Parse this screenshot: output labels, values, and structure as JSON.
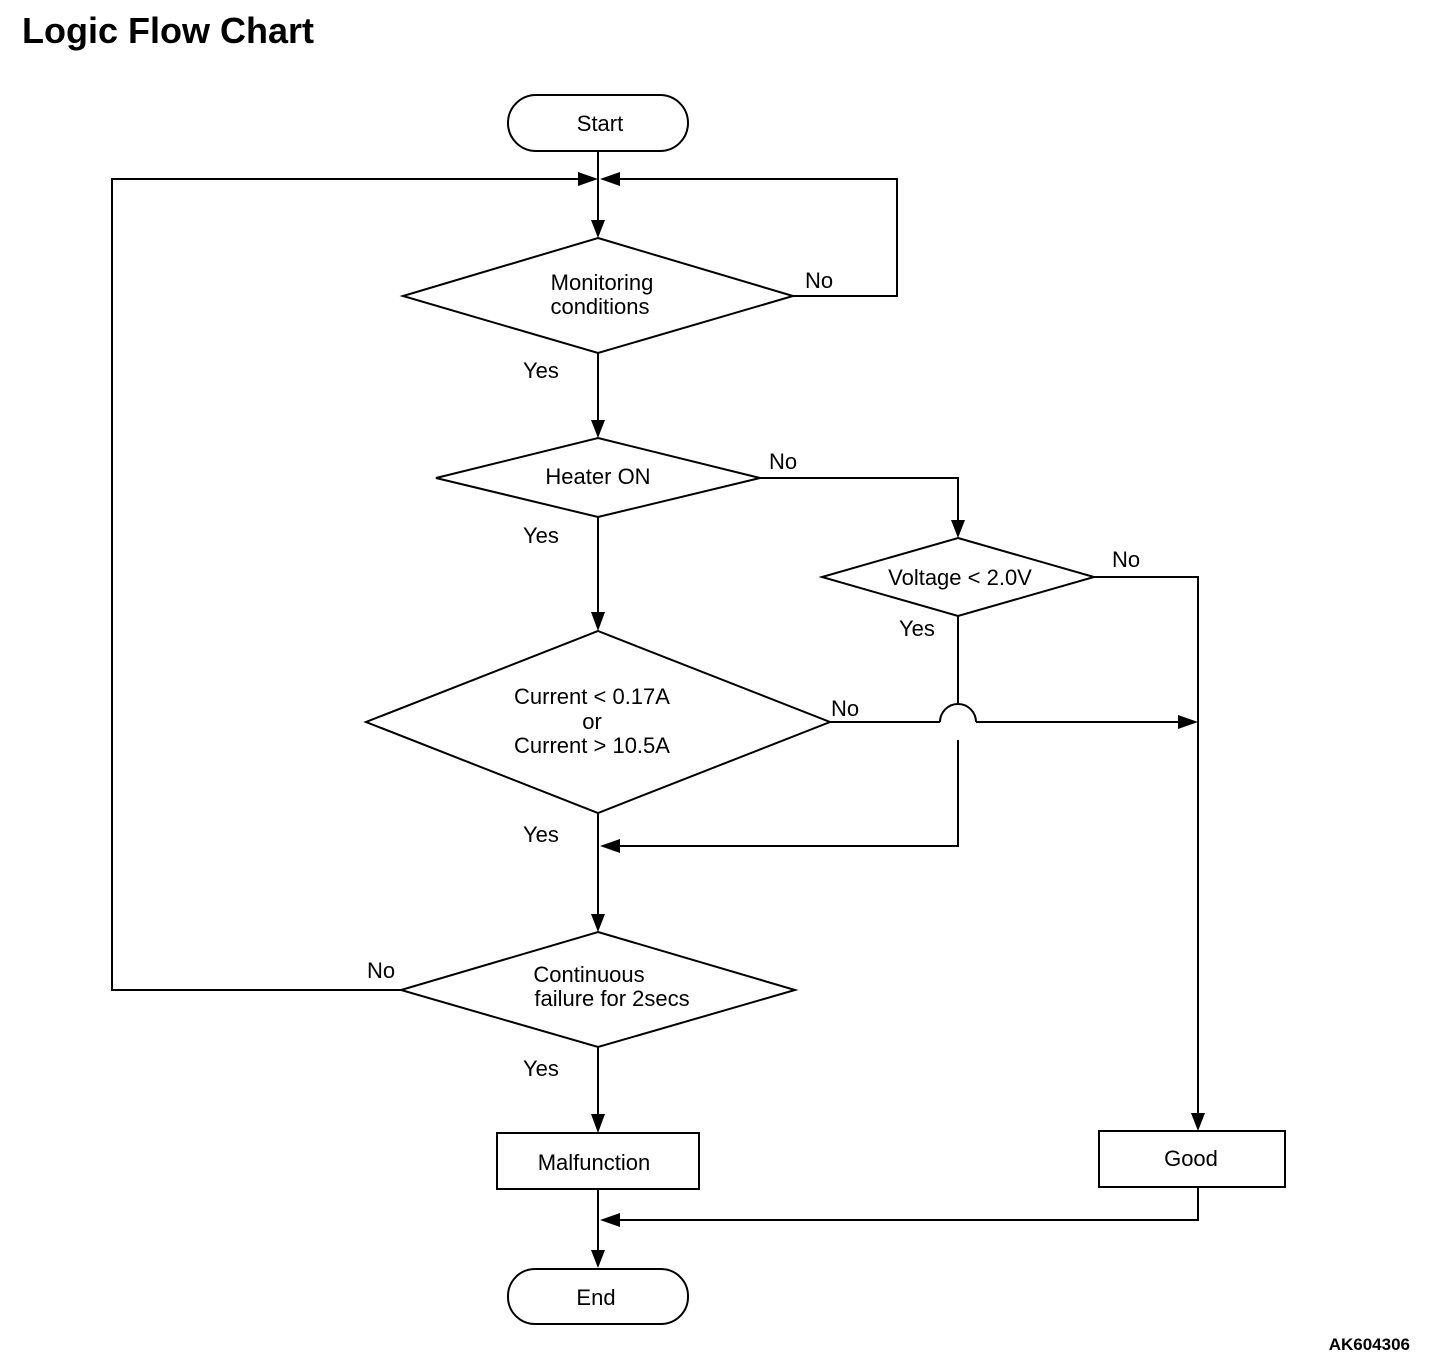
{
  "title": "Logic Flow Chart",
  "figure_code": "AK604306",
  "nodes": {
    "start": "Start",
    "monitoring": [
      "Monitoring",
      "conditions"
    ],
    "heater": "Heater ON",
    "voltage": "Voltage < 2.0V",
    "current": [
      "Current < 0.17A",
      "or",
      "Current > 10.5A"
    ],
    "continuous": [
      "Continuous",
      "failure for 2secs"
    ],
    "malfunction": "Malfunction",
    "good": "Good",
    "end": "End"
  },
  "edge_labels": {
    "yes": "Yes",
    "no": "No"
  }
}
